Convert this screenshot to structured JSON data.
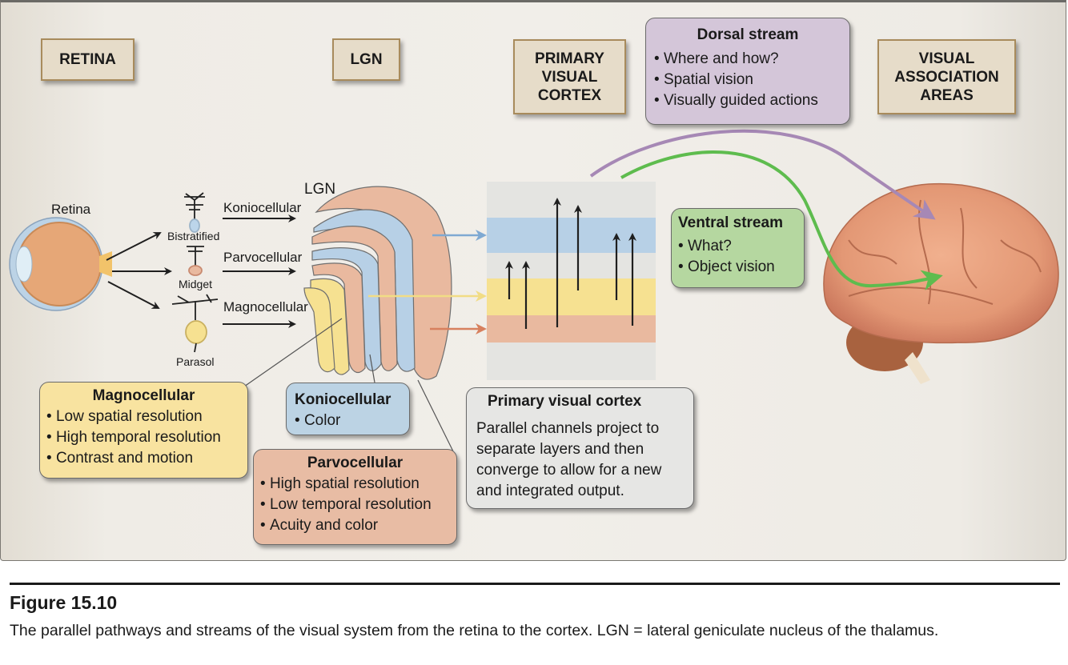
{
  "headers": {
    "retina": "RETINA",
    "lgn": "LGN",
    "primary_visual_cortex": "PRIMARY VISUAL CORTEX",
    "visual_association_areas": "VISUAL ASSOCIATION AREAS"
  },
  "labels": {
    "retina": "Retina",
    "lgn": "LGN",
    "bistratified": "Bistratified",
    "midget": "Midget",
    "parasol": "Parasol",
    "koniocellular": "Koniocellular",
    "parvocellular": "Parvocellular",
    "magnocellular": "Magnocellular"
  },
  "dorsal_stream": {
    "title": "Dorsal stream",
    "items": [
      "Where and how?",
      "Spatial vision",
      "Visually guided actions"
    ],
    "color": "#d4c6d9"
  },
  "ventral_stream": {
    "title": "Ventral stream",
    "items": [
      "What?",
      "Object vision"
    ],
    "color": "#b5d7a0"
  },
  "magnocellular_box": {
    "title": "Magnocellular",
    "items": [
      "Low spatial resolution",
      "High temporal resolution",
      "Contrast and motion"
    ],
    "color": "#f8e3a0"
  },
  "koniocellular_box": {
    "title": "Koniocellular",
    "items": [
      "Color"
    ],
    "color": "#bcd3e4"
  },
  "parvocellular_box": {
    "title": "Parvocellular",
    "items": [
      "High spatial resolution",
      "Low temporal resolution",
      "Acuity and color"
    ],
    "color": "#e8bca4"
  },
  "primary_visual_cortex_box": {
    "title": "Primary visual cortex",
    "text": "Parallel channels project to separate layers and then converge to allow for a new and integrated output.",
    "color": "#e6e6e4"
  },
  "colors": {
    "konio": "#b7d0e6",
    "parvo": "#e9b99f",
    "magno": "#f6e191",
    "dorsal_arrow": "#a688b5",
    "ventral_arrow": "#5ebc4e",
    "header_fill": "#e6dcc9",
    "header_border": "#a88b5c"
  },
  "caption": {
    "figure_label": "Figure 15.10",
    "text": "The parallel pathways and streams of the visual system from the retina to the cortex. LGN = lateral geniculate nucleus of the thalamus."
  }
}
